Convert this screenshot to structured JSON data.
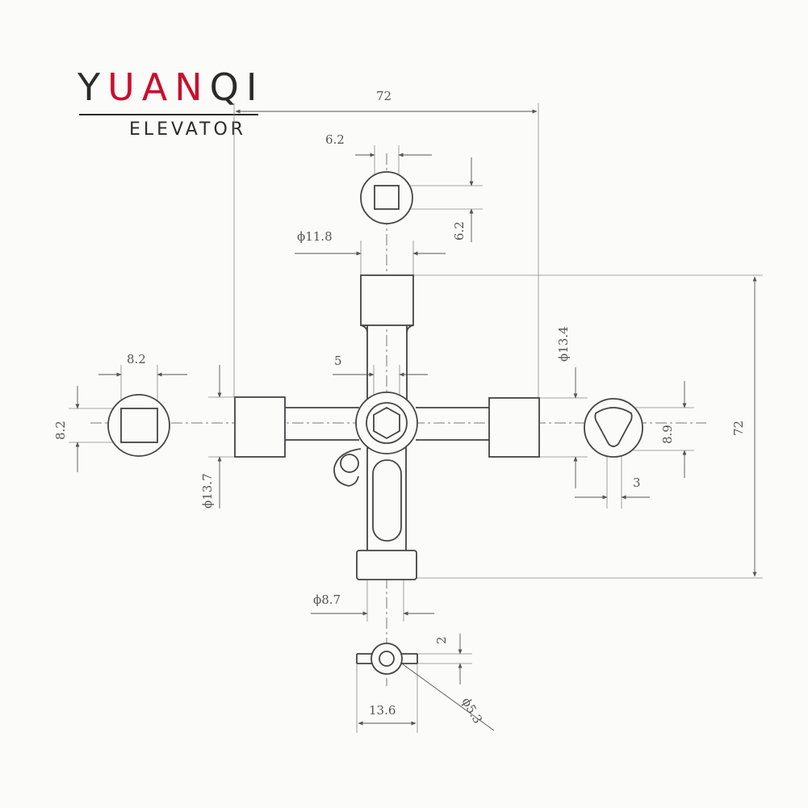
{
  "brand": {
    "letters": [
      {
        "char": "Y",
        "color": "#2b2b2b"
      },
      {
        "char": "U",
        "color": "#c8102e"
      },
      {
        "char": "A",
        "color": "#c8102e"
      },
      {
        "char": "N",
        "color": "#c8102e"
      },
      {
        "char": "Q",
        "color": "#2b2b2b"
      },
      {
        "char": "I",
        "color": "#2b2b2b"
      }
    ],
    "subtitle": "ELEVATOR"
  },
  "dimensions": {
    "overall_width": "72",
    "overall_height": "72",
    "top_square_width": "6.2",
    "top_square_height": "6.2",
    "top_diameter": "ϕ11.8",
    "left_square_width": "8.2",
    "left_square_height": "8.2",
    "left_diameter": "ϕ13.7",
    "hub_offset": "5",
    "right_diameter": "ϕ13.4",
    "triangle_size": "8.9",
    "triangle_offset": "3",
    "bottom_diameter": "ϕ8.7",
    "bottom_wing_thickness": "2",
    "bottom_width": "13.6",
    "bottom_hole": "ϕ5.3"
  },
  "colors": {
    "line": "#4a4a4a",
    "dim_line": "#666666",
    "brand_red": "#c8102e",
    "brand_dark": "#2b2b2b"
  }
}
